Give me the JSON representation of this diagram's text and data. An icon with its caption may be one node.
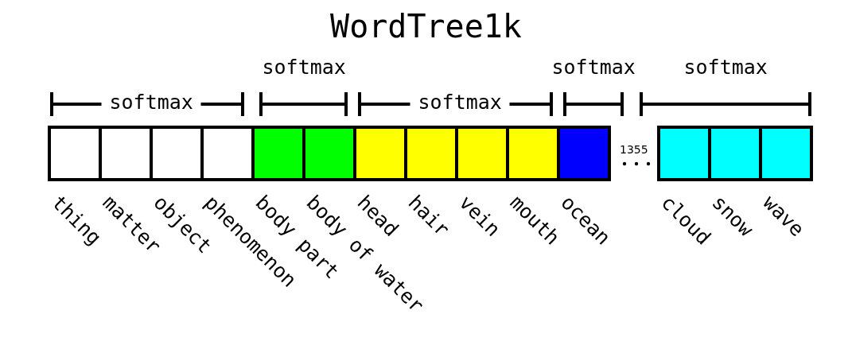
{
  "diagram": {
    "title": "WordTree1k",
    "nodes": [
      {
        "text": [],
        "shape": "box",
        "beside": [
          "thing"
        ]
      },
      {
        "text": [],
        "shape": "box",
        "beside": [
          "matter"
        ]
      },
      {
        "text": [],
        "shape": "box",
        "beside": [
          "object"
        ]
      },
      {
        "text": [],
        "shape": "box",
        "beside": [
          "phenomenon"
        ]
      },
      {
        "text": [],
        "shape": "box",
        "beside": [
          "body part"
        ]
      },
      {
        "text": [],
        "shape": "box",
        "beside": [
          "body of water"
        ]
      },
      {
        "text": [],
        "shape": "box",
        "beside": [
          "head"
        ]
      },
      {
        "text": [],
        "shape": "box",
        "beside": [
          "hair"
        ]
      },
      {
        "text": [],
        "shape": "box",
        "beside": [
          "vein"
        ]
      },
      {
        "text": [],
        "shape": "box",
        "beside": [
          "mouth"
        ]
      },
      {
        "text": [],
        "shape": "box",
        "beside": [
          "ocean"
        ]
      },
      {
        "text": [],
        "shape": "box",
        "beside": [
          "cloud"
        ]
      },
      {
        "text": [],
        "shape": "box",
        "beside": [
          "snow"
        ]
      },
      {
        "text": [],
        "shape": "box",
        "beside": [
          "wave"
        ]
      }
    ],
    "edges": [],
    "labels": [
      "softmax",
      "softmax",
      "softmax",
      "softmax",
      "softmax",
      "1355"
    ]
  }
}
